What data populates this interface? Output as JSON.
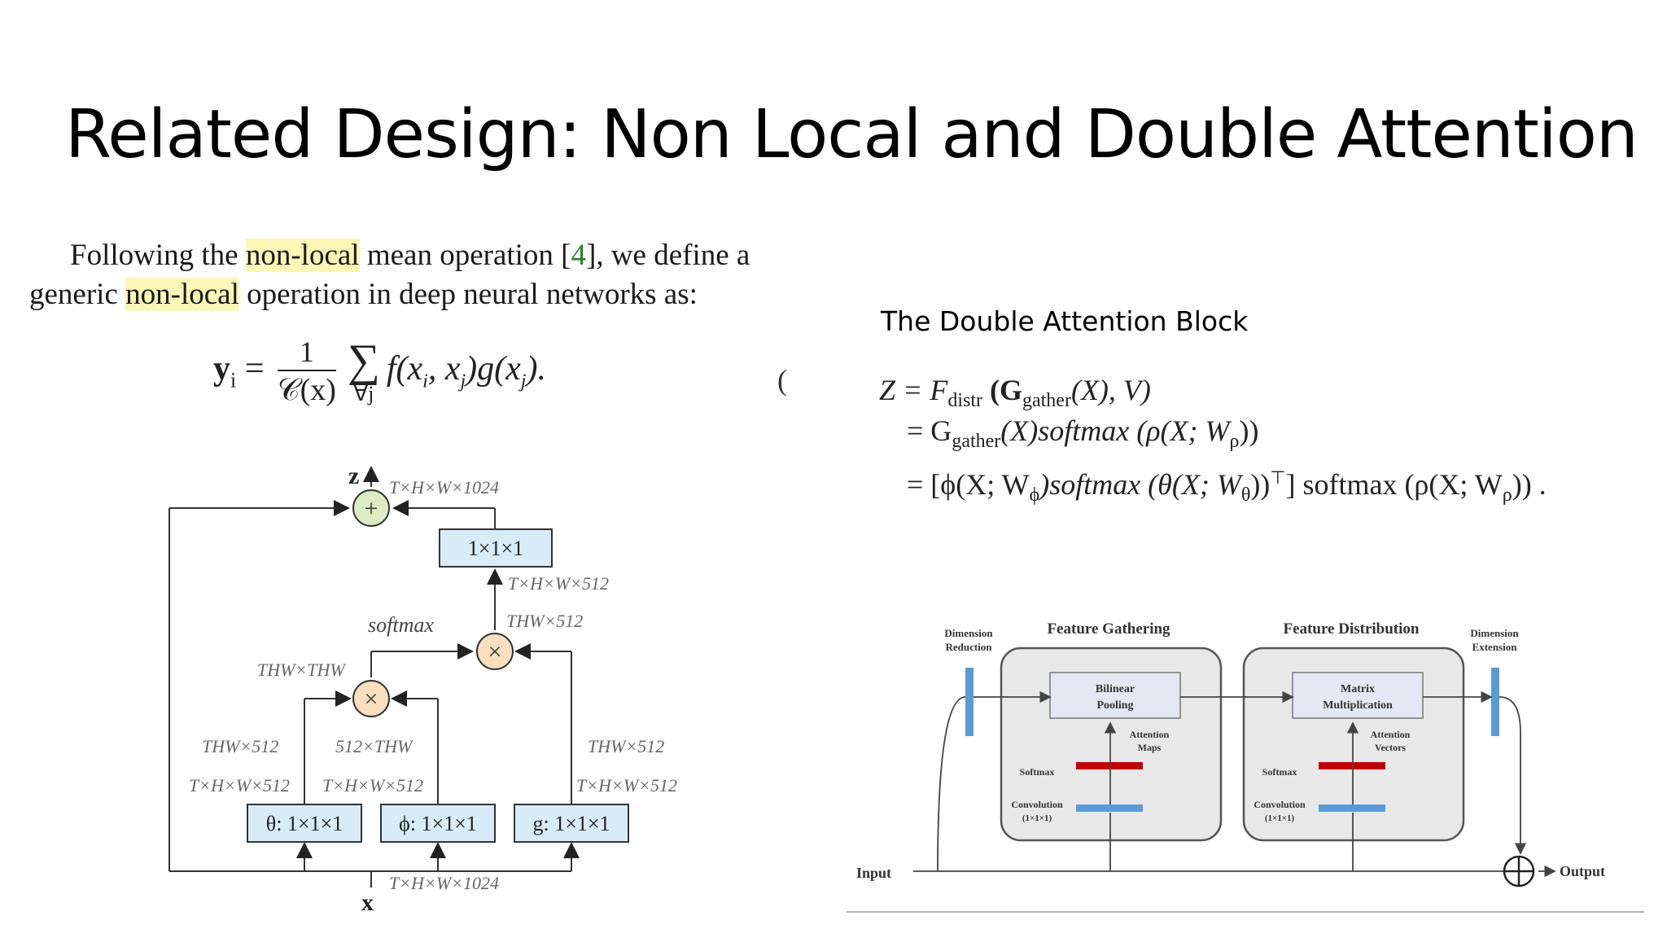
{
  "slide": {
    "title": "Related Design: Non Local and Double Attention"
  },
  "nonlocal_text": {
    "line1_a": "Following the ",
    "line1_hl": "non-local",
    "line1_b": " mean operation [",
    "line1_cite": "4",
    "line1_c": "], we define a",
    "line2_a": "generic ",
    "line2_hl": "non-local",
    "line2_b": " operation in deep neural networks as:",
    "eq_lhs": "y",
    "eq_lhs_sub": "i",
    "eq_equals": " = ",
    "eq_num": "1",
    "eq_den": "𝒞(x)",
    "eq_sigma": "∑",
    "eq_sigma_under": "∀j",
    "eq_body": "f(x",
    "eq_body2": "i",
    "eq_body3": ", x",
    "eq_body4": "j",
    "eq_body5": ")g(x",
    "eq_body6": "j",
    "eq_body7": ").",
    "eq_number_fragment": "("
  },
  "nonlocal_diagram": {
    "output_var": "z",
    "input_var": "x",
    "top_dim": "T×H×W×1024",
    "bottom_dim": "T×H×W×1024",
    "conv_out": "1×1×1",
    "theta": "θ: 1×1×1",
    "phi": "ϕ: 1×1×1",
    "g": "g: 1×1×1",
    "softmax": "softmax",
    "thw_thw": "THW×THW",
    "thw512_left": "THW×512",
    "c512thw": "512×THW",
    "thw512_right": "THW×512",
    "thw512_mid": "THW×512",
    "txhxw512_above": "T×H×W×512",
    "txhxw512_theta": "T×H×W×512",
    "txhxw512_phi": "T×H×W×512",
    "txhxw512_g": "T×H×W×512",
    "plus": "+",
    "times": "×"
  },
  "double_attention": {
    "caption": "The Double Attention Block",
    "eq_line1": "Z = F",
    "eq_line1_sub": "distr",
    "eq_line1_b": " (G",
    "eq_line1_sub2": "gather",
    "eq_line1_c": "(X), V)",
    "eq_line2_a": "= G",
    "eq_line2_sub": "gather",
    "eq_line2_b": "(X)softmax (ρ(X; W",
    "eq_line2_sub2": "ρ",
    "eq_line2_c": "))",
    "eq_line3_a": "= [ϕ(X; W",
    "eq_line3_sub": "ϕ",
    "eq_line3_b": ")softmax (θ(X; W",
    "eq_line3_sub2": "θ",
    "eq_line3_c": "))",
    "eq_line3_sup": "⊤",
    "eq_line3_d": "] softmax (ρ(X; W",
    "eq_line3_sub3": "ρ",
    "eq_line3_e": ")) ."
  },
  "block_diagram": {
    "dim_reduction_1": "Dimension",
    "dim_reduction_2": "Reduction",
    "feature_gathering": "Feature Gathering",
    "feature_distribution": "Feature Distribution",
    "dim_extension_1": "Dimension",
    "dim_extension_2": "Extension",
    "bilinear_1": "Bilinear",
    "bilinear_2": "Pooling",
    "matrix_1": "Matrix",
    "matrix_2": "Multiplication",
    "att_maps_1": "Attention",
    "att_maps_2": "Maps",
    "att_vec_1": "Attention",
    "att_vec_2": "Vectors",
    "softmax_l": "Softmax",
    "softmax_r": "Softmax",
    "conv_l_1": "Convolution",
    "conv_l_2": "(1×1×1)",
    "conv_r_1": "Convolution",
    "conv_r_2": "(1×1×1)",
    "input": "Input",
    "output": "Output"
  },
  "colors": {
    "box_blue": "#d8ecf7",
    "circle_green": "#dcedc4",
    "circle_peach": "#f9dfc0",
    "bar_blue": "#5b9bd5",
    "bar_red": "#c00000",
    "panel_gray": "#e8e8e8",
    "inner_box": "#e4e8f2"
  }
}
